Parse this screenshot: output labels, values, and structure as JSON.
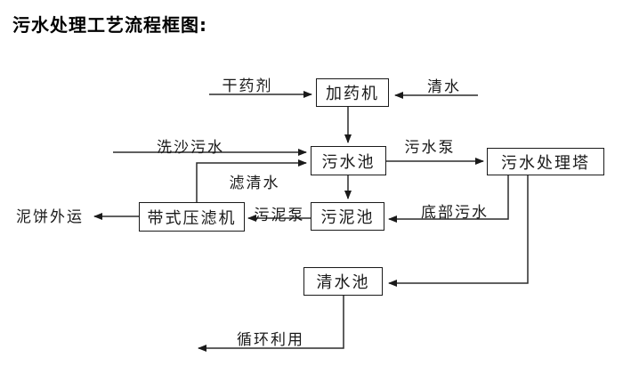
{
  "title": "污水处理工艺流程框图:",
  "diagram": {
    "type": "flowchart",
    "colors": {
      "background": "#ffffff",
      "box_border": "#1a1a1a",
      "arrow_line": "#2b2b2b",
      "text": "#000000"
    },
    "boxes": [
      {
        "id": "dosing-machine",
        "label": "加药机"
      },
      {
        "id": "sewage-pool",
        "label": "污水池"
      },
      {
        "id": "sewage-treatment-tower",
        "label": "污水处理塔"
      },
      {
        "id": "sludge-pool",
        "label": "污泥池"
      },
      {
        "id": "belt-filter-press",
        "label": "带式压滤机"
      },
      {
        "id": "clear-water-pool",
        "label": "清水池"
      }
    ],
    "flow_labels": [
      {
        "id": "dry-agent",
        "label": "干药剂"
      },
      {
        "id": "clear-water",
        "label": "清水"
      },
      {
        "id": "sand-washing-sewage",
        "label": "洗沙污水"
      },
      {
        "id": "sewage-pump",
        "label": "污水泵"
      },
      {
        "id": "filtered-water",
        "label": "滤清水"
      },
      {
        "id": "bottom-sewage",
        "label": "底部污水"
      },
      {
        "id": "sludge-pump",
        "label": "污泥泵"
      },
      {
        "id": "mud-cake-outbound",
        "label": "泥饼外运"
      },
      {
        "id": "recycle-use",
        "label": "循环利用"
      }
    ],
    "flows": [
      {
        "from": "外部",
        "to": "加药机",
        "label": "干药剂"
      },
      {
        "from": "外部",
        "to": "加药机",
        "label": "清水"
      },
      {
        "from": "加药机",
        "to": "污水池",
        "label": ""
      },
      {
        "from": "外部",
        "to": "污水池",
        "label": "洗沙污水"
      },
      {
        "from": "带式压滤机",
        "to": "污水池",
        "label": "滤清水"
      },
      {
        "from": "污水池",
        "to": "污水处理塔",
        "label": "污水泵"
      },
      {
        "from": "污水池",
        "to": "污泥池",
        "label": ""
      },
      {
        "from": "污水处理塔",
        "to": "污泥池",
        "label": "底部污水"
      },
      {
        "from": "污泥池",
        "to": "带式压滤机",
        "label": "污泥泵"
      },
      {
        "from": "带式压滤机",
        "to": "外运",
        "label": "泥饼外运"
      },
      {
        "from": "污水处理塔",
        "to": "清水池",
        "label": ""
      },
      {
        "from": "清水池",
        "to": "外部",
        "label": "循环利用"
      }
    ]
  }
}
